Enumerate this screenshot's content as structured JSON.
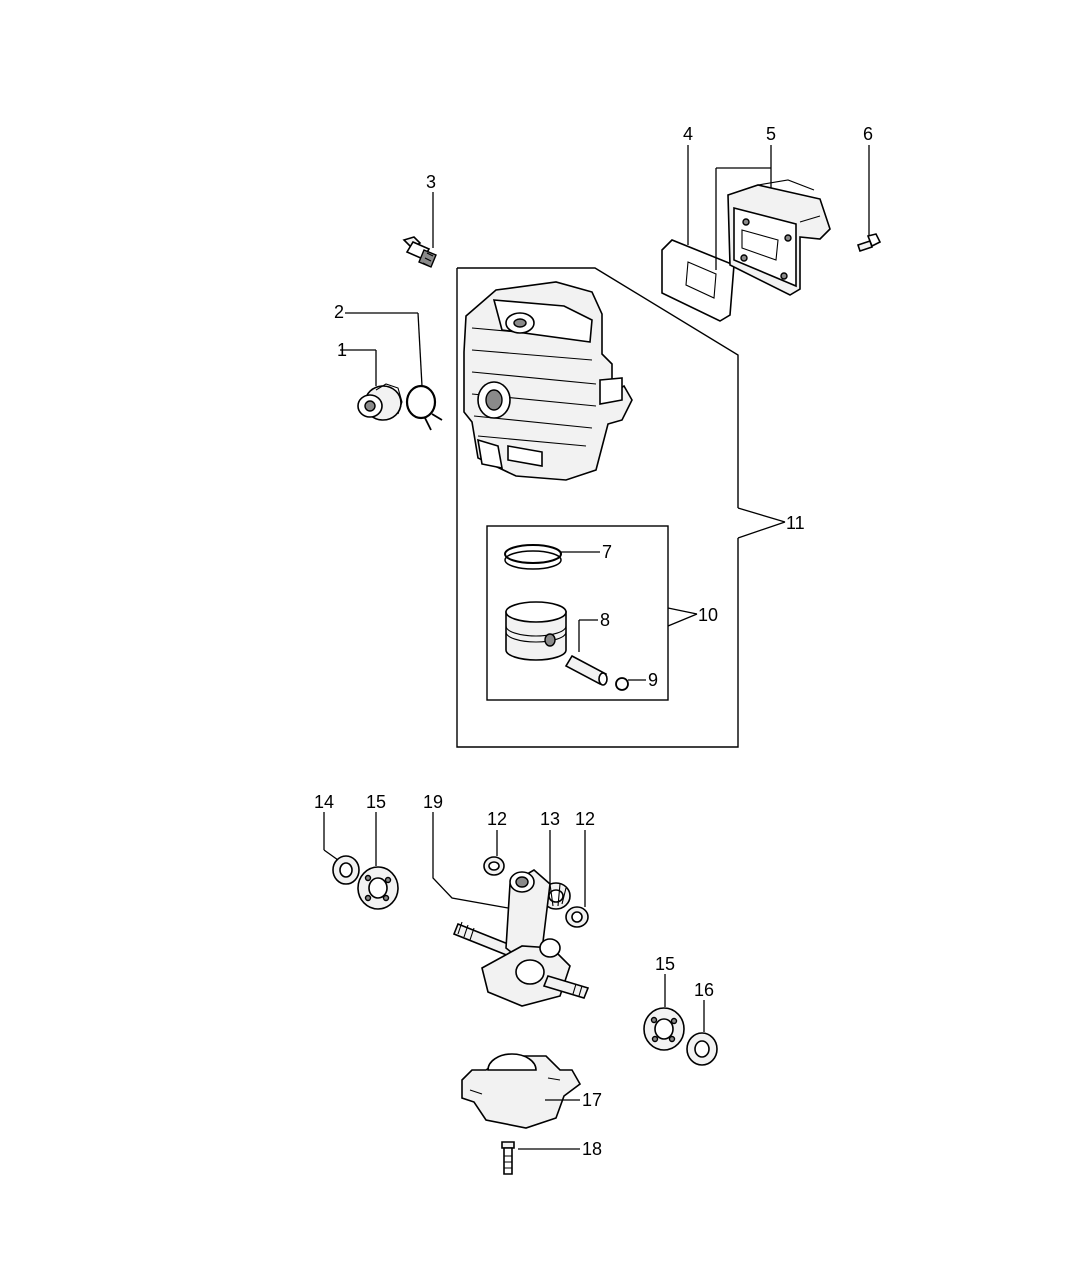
{
  "callouts": {
    "c1": "1",
    "c2": "2",
    "c3": "3",
    "c4": "4",
    "c5": "5",
    "c6": "6",
    "c7": "7",
    "c8": "8",
    "c9": "9",
    "c10": "10",
    "c11": "11",
    "c12a": "12",
    "c12b": "12",
    "c13": "13",
    "c14": "14",
    "c15a": "15",
    "c15b": "15",
    "c16": "16",
    "c17": "17",
    "c18": "18",
    "c19": "19"
  },
  "parts": {
    "p1": "decompression-valve",
    "p2": "spring-clamp",
    "p3": "spark-plug",
    "p4": "muffler-gasket",
    "p5": "muffler",
    "p6": "screw",
    "p7": "piston-ring",
    "p8": "piston-pin",
    "p9": "circlip",
    "p10": "piston-assembly",
    "p11": "cylinder-assembly",
    "p12": "washer",
    "p13": "needle-bearing",
    "p14": "oil-seal",
    "p15": "ball-bearing",
    "p16": "oil-seal",
    "p17": "crankcase-cover",
    "p18": "bolt",
    "p19": "crankshaft"
  }
}
